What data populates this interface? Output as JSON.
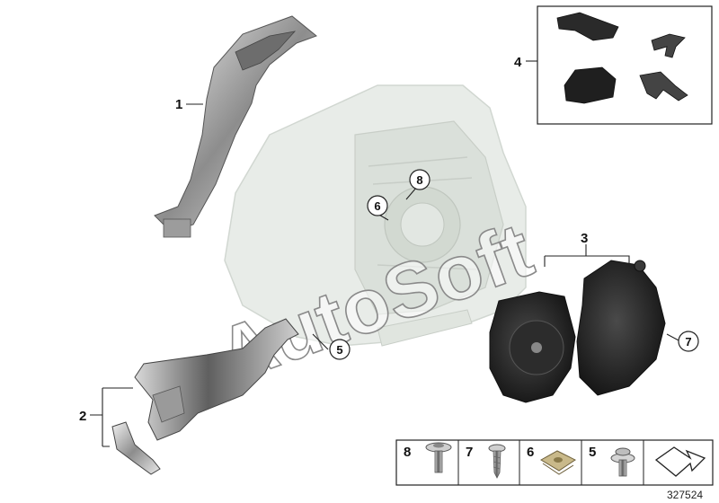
{
  "watermark": "AutoSoft",
  "diagram_number": "327524",
  "callouts": {
    "c1": "1",
    "c2": "2",
    "c3": "3",
    "c4": "4",
    "c5": "5",
    "c6": "6",
    "c7": "7",
    "c8": "8"
  },
  "legend": {
    "cells": [
      {
        "number": "8",
        "icon": "screw-flanged-icon"
      },
      {
        "number": "7",
        "icon": "screw-icon"
      },
      {
        "number": "6",
        "icon": "clip-nut-icon"
      },
      {
        "number": "5",
        "icon": "screw-washer-icon"
      },
      {
        "number": "",
        "icon": "arrow-symbol-icon"
      }
    ]
  }
}
